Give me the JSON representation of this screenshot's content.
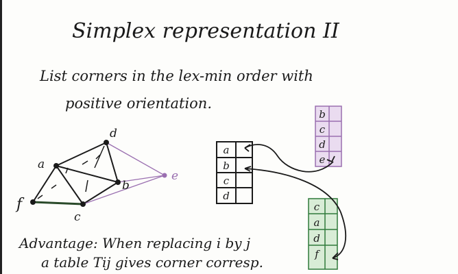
{
  "title": "Simplex representation II",
  "body_line1": "List corners in the lex-min order with",
  "body_line2": "positive orientation.",
  "vertices": {
    "a": "a",
    "b": "b",
    "c": "c",
    "d": "d",
    "e": "e",
    "f": "f"
  },
  "tables": {
    "main": [
      "a",
      "b",
      "c",
      "d"
    ],
    "purple": [
      "b",
      "c",
      "d",
      "e"
    ],
    "green": [
      "c",
      "a",
      "d",
      "f"
    ]
  },
  "advantage_line1": "Advantage: When replacing i by j",
  "advantage_line2": "a table Tij gives corner corresp.",
  "colors": {
    "ink": "#1a1a1a",
    "purple": "#9a6fb0",
    "purple_fill": "#eadcf0",
    "green": "#2f7a3a",
    "green_fill": "#d8ecd6"
  }
}
